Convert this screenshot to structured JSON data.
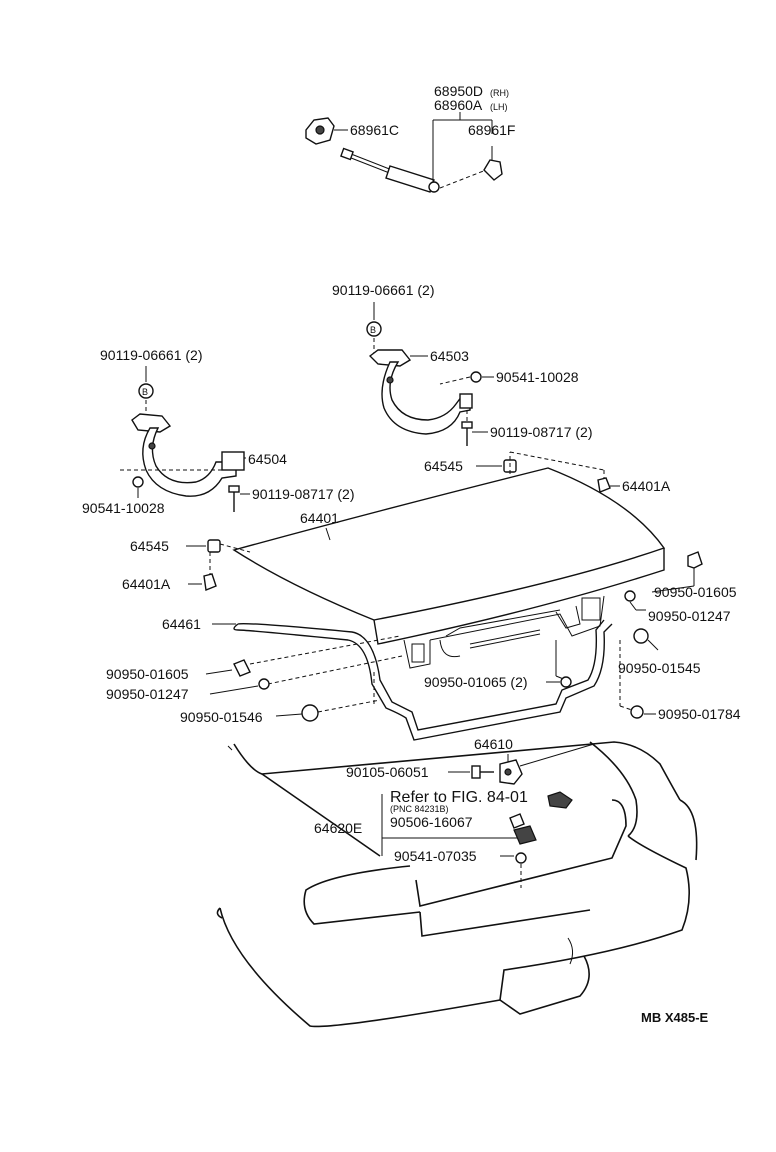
{
  "labels": {
    "p68950d": "68950D",
    "p68950d_side": "(RH)",
    "p68960a": "68960A",
    "p68960a_side": "(LH)",
    "p68961c": "68961C",
    "p68961f": "68961F",
    "p90119_06661_top": "90119-06661 (2)",
    "p90119_06661_left": "90119-06661 (2)",
    "p64503": "64503",
    "p90541_10028_right": "90541-10028",
    "p90119_08717_right": "90119-08717 (2)",
    "p64504": "64504",
    "p90119_08717_left": "90119-08717 (2)",
    "p90541_10028_left": "90541-10028",
    "p64545_right": "64545",
    "p64401a_right": "64401A",
    "p64401": "64401",
    "p64545_left": "64545",
    "p64401a_left": "64401A",
    "p90950_01605_right": "90950-01605",
    "p90950_01247_right": "90950-01247",
    "p64461": "64461",
    "p90950_01545": "90950-01545",
    "p90950_01605_left": "90950-01605",
    "p90950_01065": "90950-01065 (2)",
    "p90950_01247_left": "90950-01247",
    "p90950_01546": "90950-01546",
    "p90950_01784": "90950-01784",
    "p64610": "64610",
    "p90105_06051": "90105-06051",
    "refer": "Refer to FIG. 84-01",
    "refer_pnc": "(PNC 84231B)",
    "p90506_16067": "90506-16067",
    "p64620e": "64620E",
    "p90541_07035": "90541-07035",
    "mark_b": "B",
    "code": "MB  X485-E"
  }
}
